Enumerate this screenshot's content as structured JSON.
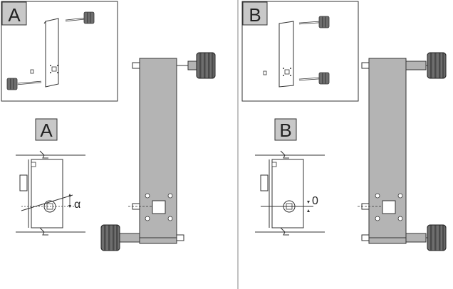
{
  "panels": [
    {
      "key": "A",
      "inset_label": "A",
      "detail_label": "A",
      "angle_symbol": "α"
    },
    {
      "key": "B",
      "inset_label": "B",
      "detail_label": "B",
      "angle_symbol": "0"
    }
  ],
  "colors": {
    "bar": "#b4b4b4",
    "bar_dark": "#8a8a8a",
    "label_bg": "#c8c8c8",
    "knob": "#6e6e6e",
    "knob_dark": "#4a4a4a",
    "line": "#333333",
    "divider": "#9a9a9a"
  },
  "icons": [
    "thumb-screw-icon",
    "set-screw-icon",
    "mounting-hole-icon",
    "square-socket-icon"
  ]
}
